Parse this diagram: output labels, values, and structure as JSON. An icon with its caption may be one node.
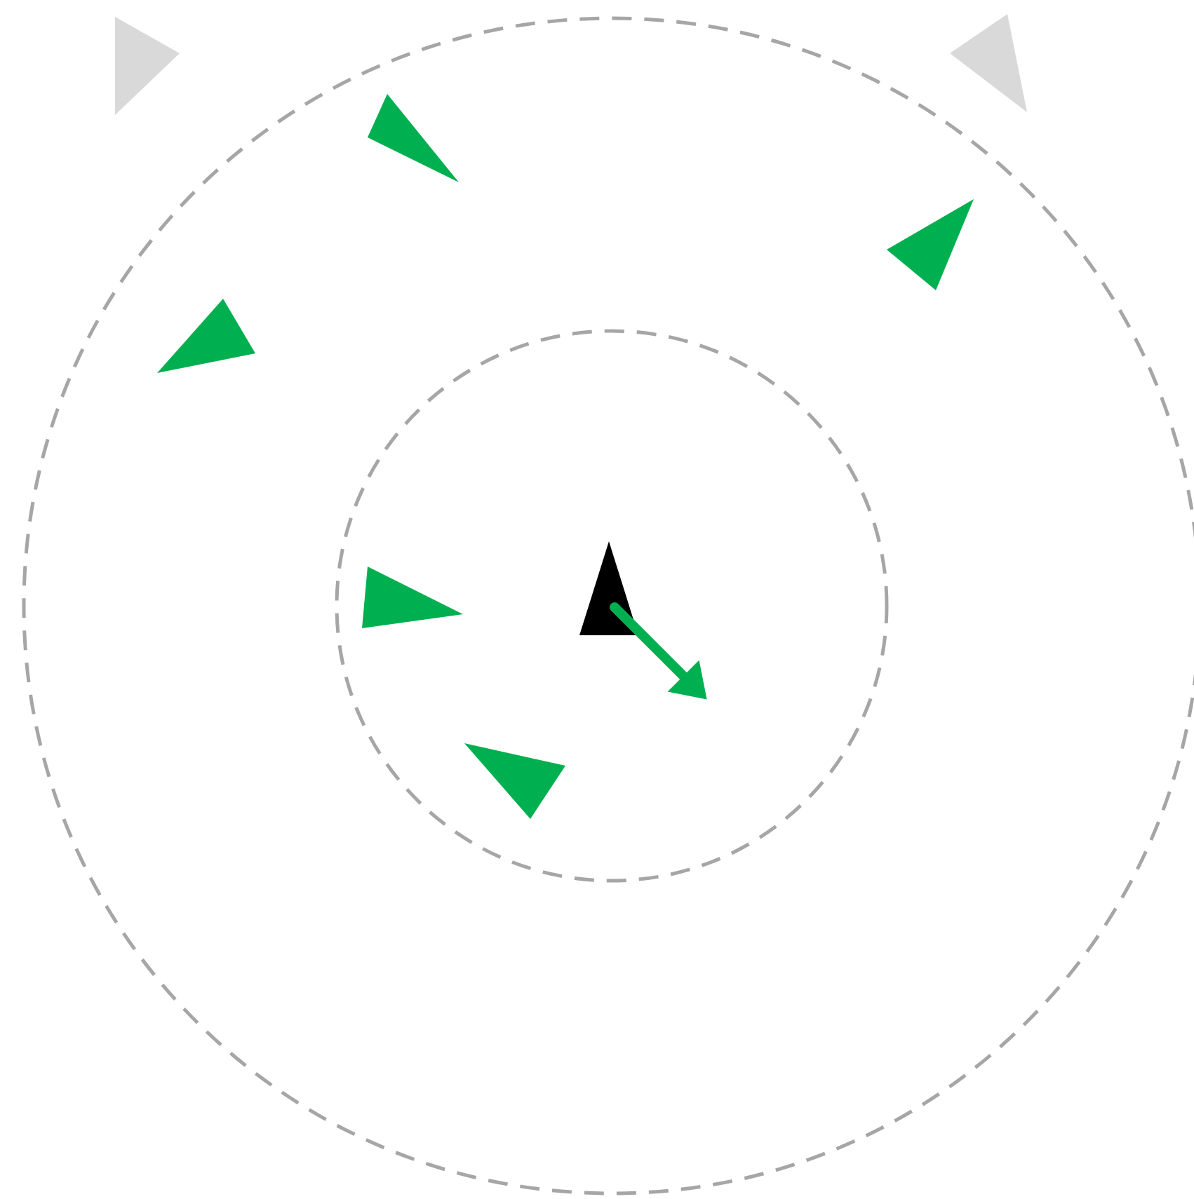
{
  "diagram": {
    "nodes": [
      {
        "text": [],
        "shape": "triangle"
      },
      {
        "text": [],
        "shape": "triangle"
      },
      {
        "text": [],
        "shape": "triangle"
      },
      {
        "text": [],
        "shape": "triangle"
      },
      {
        "text": [],
        "shape": "triangle"
      },
      {
        "text": [],
        "shape": "triangle"
      },
      {
        "text": [],
        "shape": "triangle"
      },
      {
        "text": [],
        "shape": "triangle"
      }
    ]
  }
}
